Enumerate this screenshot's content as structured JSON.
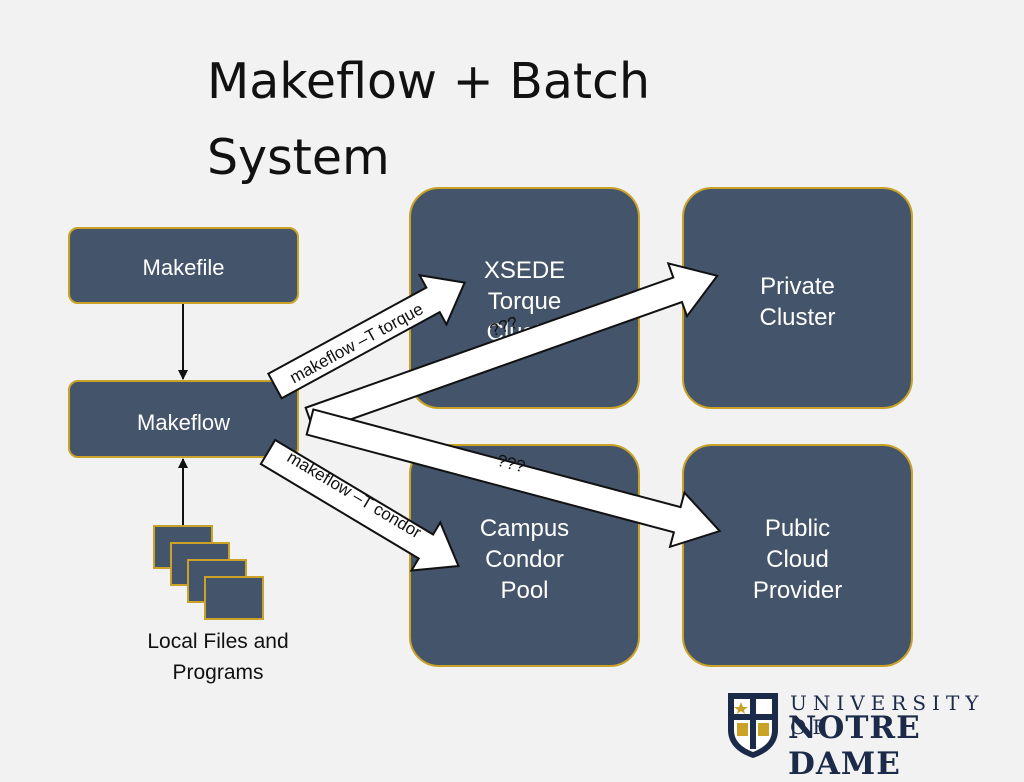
{
  "title": "Makeflow + Batch\nSystem",
  "makefile_label": "Makefile",
  "makeflow_label": "Makeflow",
  "targets": {
    "xsede": "XSEDE\nTorque\nCluster",
    "private": "Private\nCluster",
    "campus": "Campus\nCondor\nPool",
    "public": "Public\nCloud\nProvider"
  },
  "arrows": {
    "torque": "makeflow –T torque",
    "private": "???",
    "public": "???",
    "condor": "makeflow –T condor"
  },
  "local_files_caption": "Local Files and\nPrograms",
  "logo": {
    "line1": "UNIVERSITY OF",
    "line2": "NOTRE DAME"
  },
  "colors": {
    "box_fill": "#44546a",
    "box_border": "#c9a227",
    "logo_navy": "#1c2a4a"
  }
}
